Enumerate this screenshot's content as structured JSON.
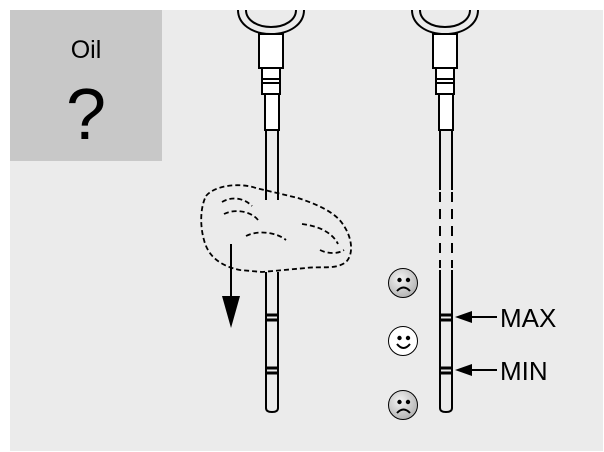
{
  "badge": {
    "title": "Oil",
    "mark": "?"
  },
  "labels": {
    "max": "MAX",
    "min": "MIN"
  },
  "faces": {
    "upper": "sad",
    "middle": "happy",
    "lower": "sad"
  },
  "colors": {
    "panel": "#ebebeb",
    "badge": "#c8c8c8",
    "ink": "#000000"
  }
}
